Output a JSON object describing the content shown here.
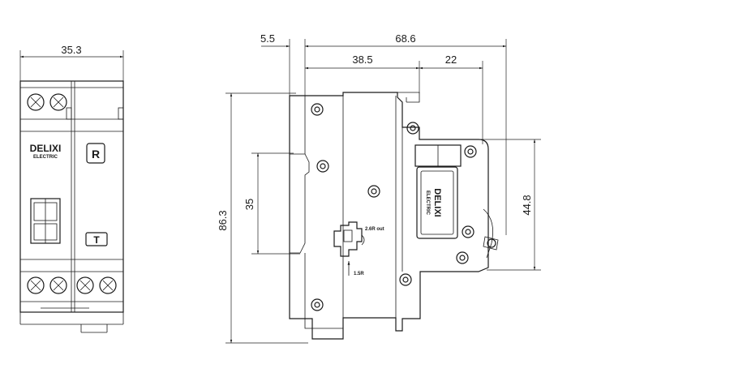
{
  "dimensions": {
    "front_width": "35.3",
    "offset_left": "5.5",
    "total_depth": "68.6",
    "body_depth": "38.5",
    "front_depth": "22",
    "height_total": "86.3",
    "rail_height": "35",
    "front_height": "44.8"
  },
  "labels": {
    "brand_front": "DELIXI",
    "brand_sub": "ELECTRIC",
    "button_letter": "R",
    "test_letter": "T",
    "mech_out": "2.6R out",
    "mech_in": "1.5R",
    "brand_side": "DELIXI",
    "brand_side_sub": "ELECTRIC"
  }
}
